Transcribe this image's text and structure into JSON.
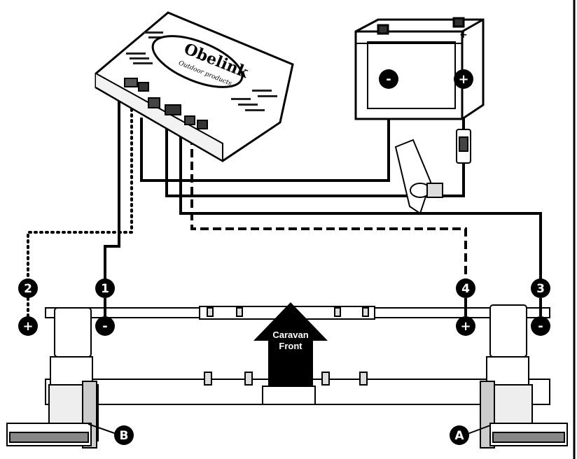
{
  "controller": {
    "brand": "Obelink",
    "tagline": "Outdoor products"
  },
  "battery": {
    "negative": "-",
    "positive": "+"
  },
  "wires": [
    {
      "number": "1",
      "polarity": "-"
    },
    {
      "number": "2",
      "polarity": "+"
    },
    {
      "number": "3",
      "polarity": "-"
    },
    {
      "number": "4",
      "polarity": "+"
    }
  ],
  "motors": {
    "left": "B",
    "right": "A"
  },
  "direction_arrow": {
    "line1": "Caravan",
    "line2": "Front"
  }
}
